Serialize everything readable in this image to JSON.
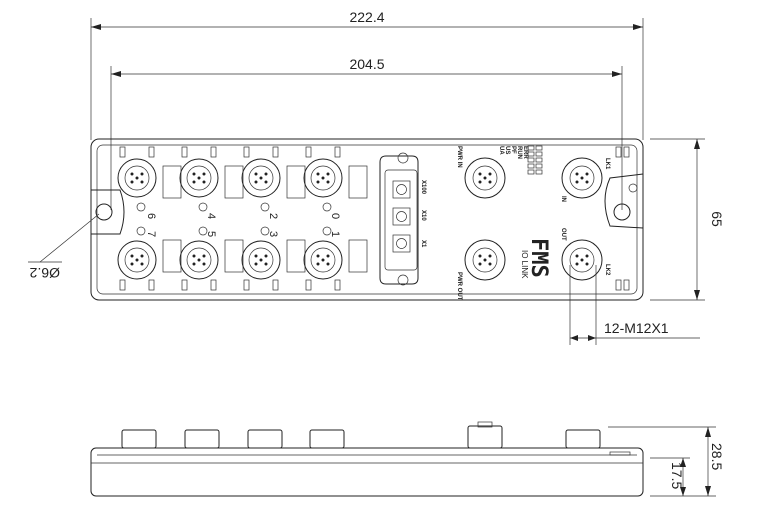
{
  "dimensions": {
    "overall_width": "222.4",
    "hole_pitch": "204.5",
    "height": "65",
    "hole_diameter": "Ø6.2",
    "connector_spec": "12-M12X1",
    "side_height": "28.5",
    "body_height": "17.5"
  },
  "port_numbers": {
    "top": [
      "6",
      "4",
      "2",
      "0"
    ],
    "bottom": [
      "7",
      "5",
      "3",
      "1"
    ]
  },
  "rotary_switches": [
    "X100",
    "X10",
    "X1"
  ],
  "port_labels": {
    "pwr_in": "PWR IN",
    "pwr_out": "PWR OUT",
    "link_in": "LK1",
    "link_out": "LK2",
    "in": "IN",
    "out": "OUT"
  },
  "status_leds": [
    "PF",
    "RUN",
    "ERR",
    "US",
    "UA"
  ],
  "brand": {
    "logo": "FMS",
    "subtitle": "IO LINK"
  }
}
